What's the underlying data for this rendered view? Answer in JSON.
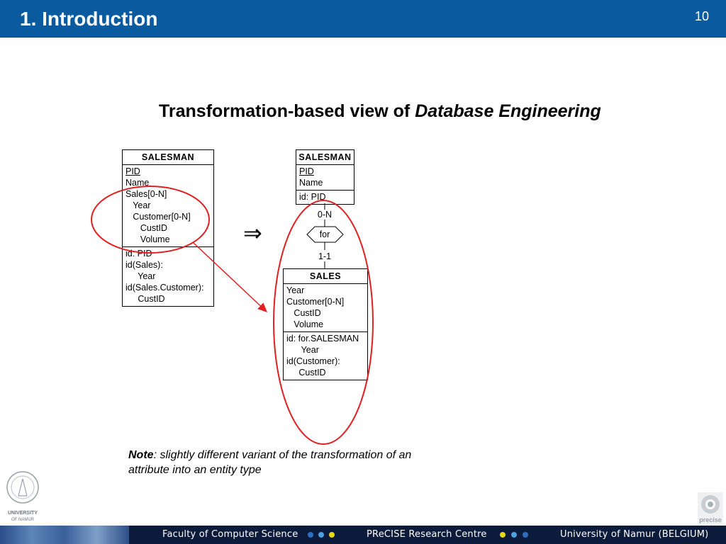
{
  "header": {
    "title": "1. Introduction",
    "page_number": "10"
  },
  "subtitle": {
    "normal": "Transformation-based view of ",
    "italic": "Database Engineering"
  },
  "left_entity": {
    "name": "SALESMAN",
    "attributes": [
      "PID",
      "Name",
      "Sales[0-N]",
      "   Year",
      "   Customer[0-N]",
      "      CustID",
      "      Volume"
    ],
    "constraints": [
      "id: PID",
      "id(Sales):",
      "     Year",
      "id(Sales.Customer):",
      "     CustID"
    ]
  },
  "implies_symbol": "⇒",
  "right_salesman": {
    "name": "SALESMAN",
    "attributes": [
      "PID",
      "Name"
    ],
    "constraints": [
      "id: PID"
    ]
  },
  "relationship": {
    "name": "for",
    "card_top": "0-N",
    "card_bottom": "1-1"
  },
  "sales_entity": {
    "name": "SALES",
    "attributes": [
      "Year",
      "Customer[0-N]",
      "   CustID",
      "   Volume"
    ],
    "constraints": [
      "id: for.SALESMAN",
      "      Year",
      "id(Customer):",
      "     CustID"
    ]
  },
  "note": {
    "bold": "Note",
    "text": ": slightly different variant of the transformation of an attribute into an entity type"
  },
  "footer": {
    "left_text": "Faculty of Computer Science",
    "center_text": "PReCISE Research Centre",
    "right_text": "University of Namur (BELGIUM)",
    "dot_colors_1": [
      "#2f6fc2",
      "#4aa3e0",
      "#e8d810"
    ],
    "dot_colors_2": [
      "#e8d810",
      "#4aa3e0",
      "#2f6fc2"
    ]
  },
  "logos": {
    "left": "UNIVERSITY OF NAMUR",
    "right": "precise"
  },
  "colors": {
    "header_bg": "#0a5aa0",
    "highlight": "#e02020",
    "footer_bg": "#0c1a3c"
  }
}
